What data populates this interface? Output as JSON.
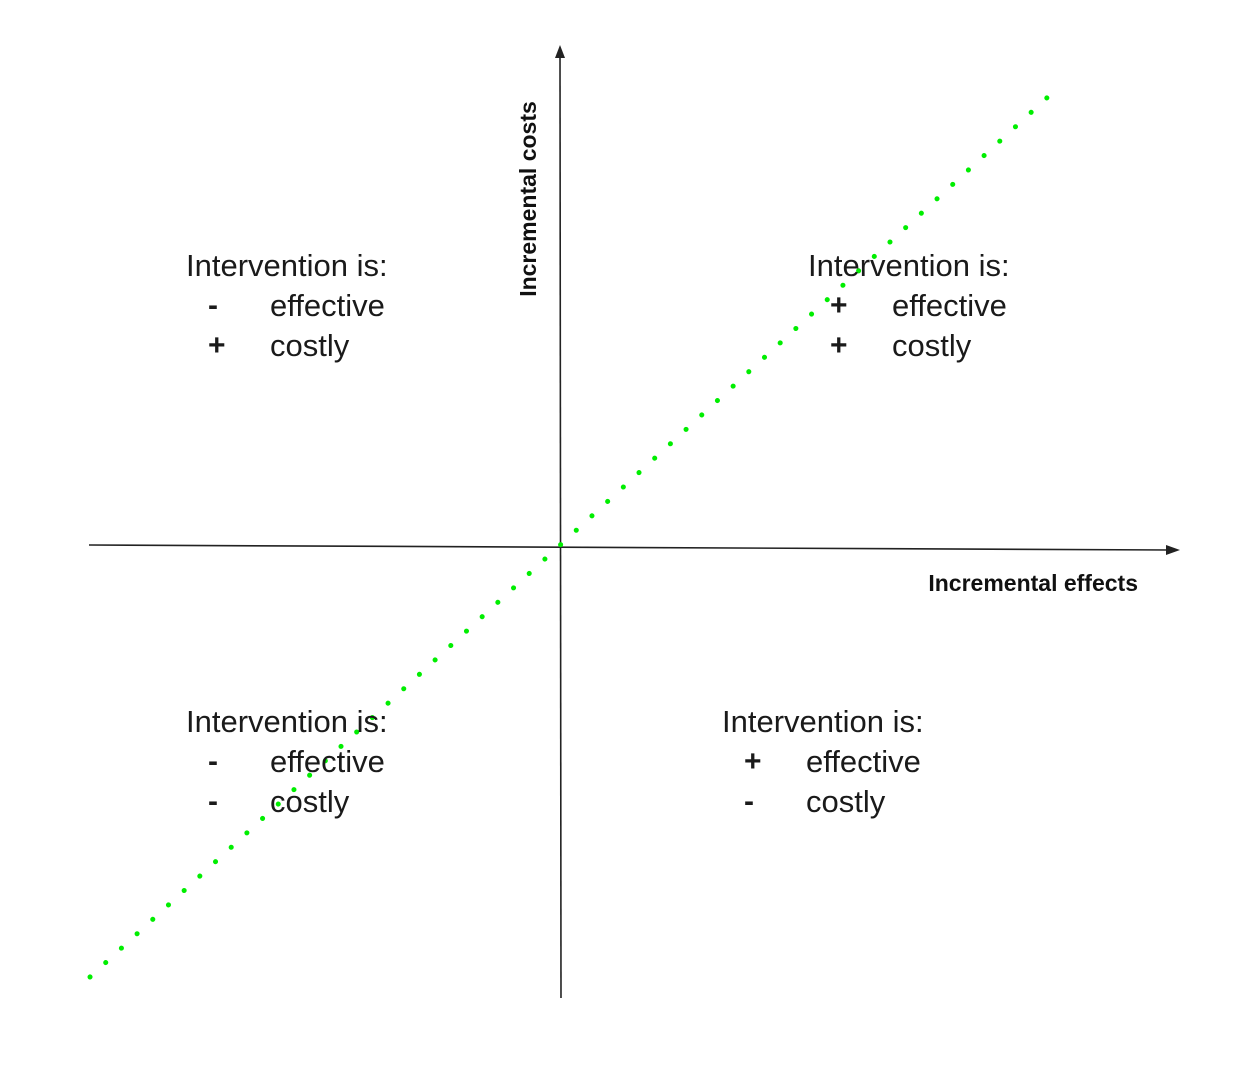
{
  "axes": {
    "x_label": "Incremental effects",
    "y_label": "Incremental costs"
  },
  "threshold_line": {
    "color": "#00ee00",
    "style": "dotted"
  },
  "quadrants": {
    "top_left": {
      "title": "Intervention is:",
      "items": [
        {
          "sign": "-",
          "label": "effective"
        },
        {
          "sign": "+",
          "label": "costly"
        }
      ]
    },
    "top_right": {
      "title": "Intervention is:",
      "items": [
        {
          "sign": "+",
          "label": "effective"
        },
        {
          "sign": "+",
          "label": "costly"
        }
      ]
    },
    "bottom_left": {
      "title": "Intervention is:",
      "items": [
        {
          "sign": "-",
          "label": "effective"
        },
        {
          "sign": "-",
          "label": "costly"
        }
      ]
    },
    "bottom_right": {
      "title": "Intervention is:",
      "items": [
        {
          "sign": "+",
          "label": "effective"
        },
        {
          "sign": "-",
          "label": "costly"
        }
      ]
    }
  }
}
